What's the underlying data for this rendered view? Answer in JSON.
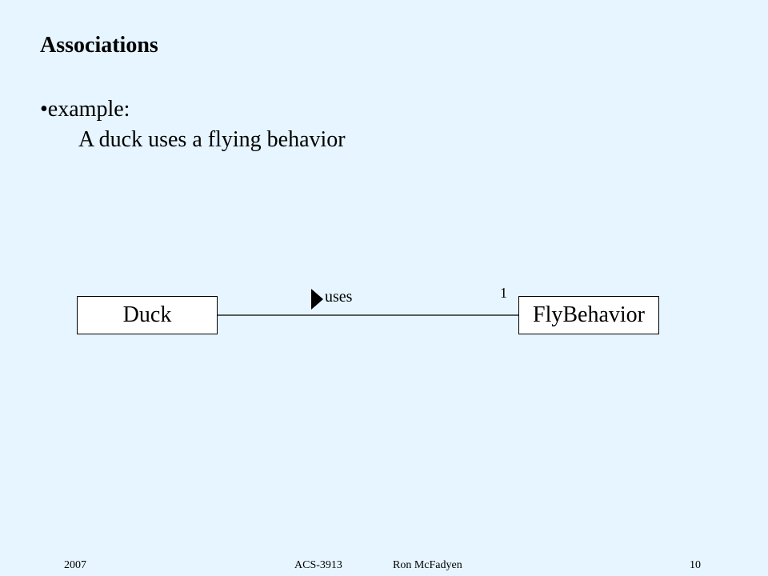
{
  "slide": {
    "title": "Associations",
    "bullet": "•example:",
    "subtext": "A duck uses a flying behavior"
  },
  "diagram": {
    "classes": [
      {
        "name": "Duck"
      },
      {
        "name": "FlyBehavior"
      }
    ],
    "association": {
      "label": "uses",
      "direction_icon": "triangle-right",
      "multiplicity_end": "1"
    }
  },
  "footer": {
    "year": "2007",
    "course": "ACS-3913",
    "author": "Ron McFadyen",
    "page": "10"
  }
}
